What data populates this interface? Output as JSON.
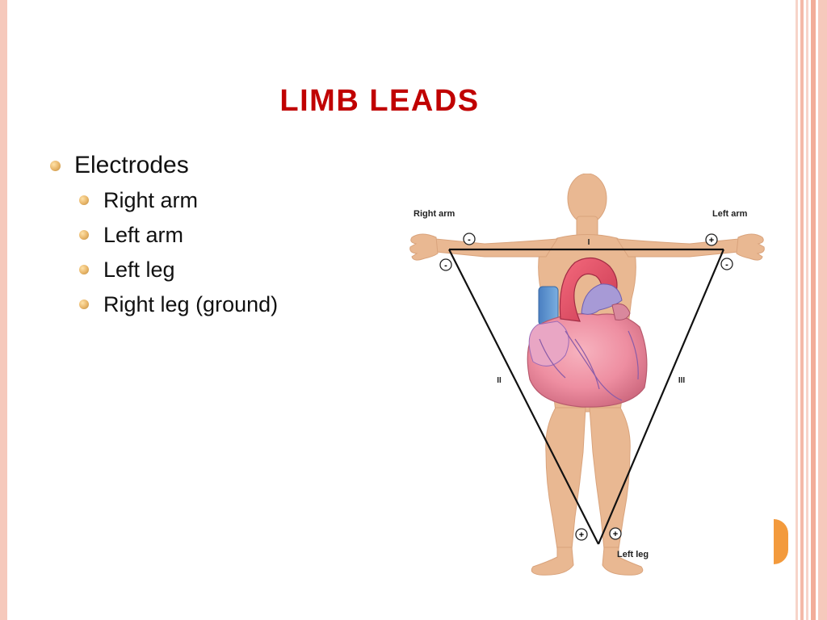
{
  "slide": {
    "title": "LIMB LEADS",
    "bullets": [
      {
        "text": "Electrodes",
        "children": [
          "Right arm",
          "Left arm",
          "Left leg",
          "Right leg (ground)"
        ]
      }
    ]
  },
  "figure": {
    "labels": {
      "right_arm": "Right arm",
      "left_arm": "Left arm",
      "left_leg": "Left leg",
      "lead_1": "I",
      "lead_2": "II",
      "lead_3": "III"
    },
    "electrode_signs": {
      "ra_lead1": "-",
      "ra_lead2": "-",
      "la_lead1": "+",
      "la_lead3": "-",
      "ll_lead2": "+",
      "ll_lead3": "+"
    }
  },
  "colors": {
    "title": "#c00000",
    "frame": "#f6c9bc",
    "skin": "#e9b892",
    "heart": "#ef8fa2",
    "aorta": "#e64a62",
    "vena_cava": "#5b8fcc",
    "accent_tab": "#f39a3c"
  }
}
